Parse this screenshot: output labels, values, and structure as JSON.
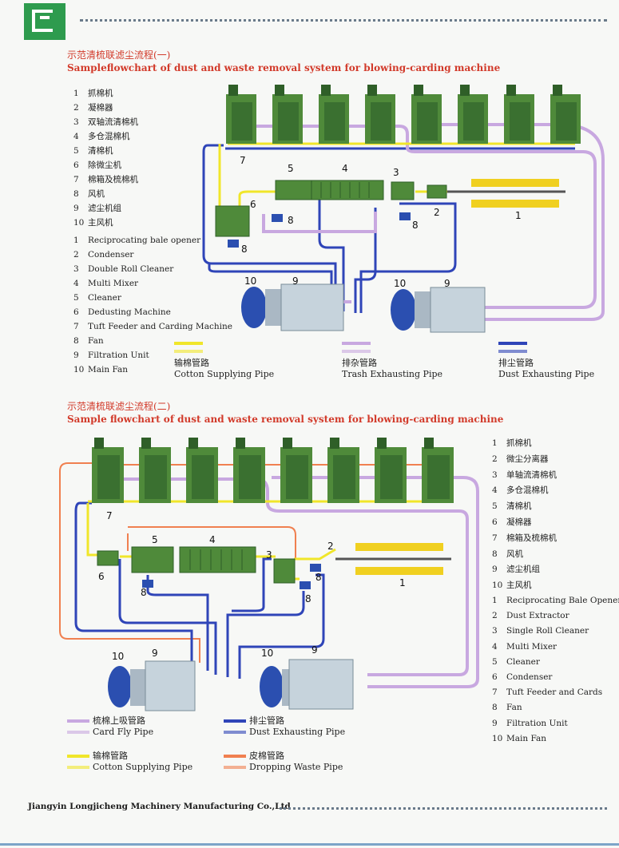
{
  "footer": {
    "company": "Jiangyin Longjicheng Machinery Manufacturing Co.,Ltd"
  },
  "diagram1": {
    "title_cn": "示范清梳联滤尘流程(一)",
    "title_en": "Sampleflowchart of dust and waste removal system for blowing-carding machine",
    "legend_cn": [
      {
        "num": "1",
        "text": "抓棉机"
      },
      {
        "num": "2",
        "text": "凝棉器"
      },
      {
        "num": "3",
        "text": "双轴流清棉机"
      },
      {
        "num": "4",
        "text": "多仓混棉机"
      },
      {
        "num": "5",
        "text": "清棉机"
      },
      {
        "num": "6",
        "text": "除微尘机"
      },
      {
        "num": "7",
        "text": "棉箱及梳棉机"
      },
      {
        "num": "8",
        "text": "风机"
      },
      {
        "num": "9",
        "text": "滤尘机组"
      },
      {
        "num": "10",
        "text": "主风机"
      }
    ],
    "legend_en": [
      {
        "num": "1",
        "text": "Reciprocating bale opener"
      },
      {
        "num": "2",
        "text": "Condenser"
      },
      {
        "num": "3",
        "text": "Double Roll Cleaner"
      },
      {
        "num": "4",
        "text": "Multi Mixer"
      },
      {
        "num": "5",
        "text": "Cleaner"
      },
      {
        "num": "6",
        "text": "Dedusting Machine"
      },
      {
        "num": "7",
        "text": "Tuft Feeder and Carding Machine"
      },
      {
        "num": "8",
        "text": "Fan"
      },
      {
        "num": "9",
        "text": "Filtration Unit"
      },
      {
        "num": "10",
        "text": "Main Fan"
      }
    ],
    "pipes": {
      "cotton": {
        "cn": "输棉管路",
        "en": "Cotton Supplying Pipe",
        "color": "#f0e62a"
      },
      "trash": {
        "cn": "排杂管路",
        "en": "Trash Exhausting Pipe",
        "color": "#c8a8e0"
      },
      "dust": {
        "cn": "排尘管路",
        "en": "Dust Exhausting Pipe",
        "color": "#2f45b8"
      }
    },
    "labels": {
      "l1": "1",
      "l2": "2",
      "l3": "3",
      "l4": "4",
      "l5": "5",
      "l6": "6",
      "l7": "7",
      "l8a": "8",
      "l8b": "8",
      "l8c": "8",
      "l9a": "9",
      "l9b": "9",
      "l10a": "10",
      "l10b": "10"
    }
  },
  "diagram2": {
    "title_cn": "示范清梳联滤尘流程(二)",
    "title_en": "Sample flowchart of dust and waste removal system for blowing-carding machine",
    "legend_cn": [
      {
        "num": "1",
        "text": "抓棉机"
      },
      {
        "num": "2",
        "text": "微尘分离器"
      },
      {
        "num": "3",
        "text": "单轴流清棉机"
      },
      {
        "num": "4",
        "text": "多仓混棉机"
      },
      {
        "num": "5",
        "text": "清棉机"
      },
      {
        "num": "6",
        "text": "凝棉器"
      },
      {
        "num": "7",
        "text": "棉箱及梳棉机"
      },
      {
        "num": "8",
        "text": "风机"
      },
      {
        "num": "9",
        "text": "滤尘机组"
      },
      {
        "num": "10",
        "text": "主风机"
      }
    ],
    "legend_en": [
      {
        "num": "1",
        "text": "Reciprocating Bale Opener"
      },
      {
        "num": "2",
        "text": "Dust Extractor"
      },
      {
        "num": "3",
        "text": "Single Roll Cleaner"
      },
      {
        "num": "4",
        "text": "Multi Mixer"
      },
      {
        "num": "5",
        "text": "Cleaner"
      },
      {
        "num": "6",
        "text": "Condenser"
      },
      {
        "num": "7",
        "text": "Tuft Feeder and Cards"
      },
      {
        "num": "8",
        "text": "Fan"
      },
      {
        "num": "9",
        "text": "Filtration Unit"
      },
      {
        "num": "10",
        "text": "Main Fan"
      }
    ],
    "pipes": {
      "cardfly": {
        "cn": "梳棉上吸管路",
        "en": "Card Fly Pipe",
        "color": "#c8a8e0"
      },
      "dust": {
        "cn": "排尘管路",
        "en": "Dust Exhausting Pipe",
        "color": "#2f45b8"
      },
      "cotton": {
        "cn": "输棉管路",
        "en": "Cotton Supplying Pipe",
        "color": "#f0e62a"
      },
      "waste": {
        "cn": "皮棉管路",
        "en": "Dropping Waste Pipe",
        "color": "#f08050"
      }
    },
    "labels": {
      "l1": "1",
      "l2": "2",
      "l3": "3",
      "l4": "4",
      "l5": "5",
      "l6": "6",
      "l7": "7",
      "l8a": "8",
      "l8b": "8",
      "l8c": "8",
      "l9a": "9",
      "l9b": "9",
      "l10a": "10",
      "l10b": "10"
    }
  },
  "colors": {
    "machine": "#4f8a3a",
    "machine_dark": "#2f5f28",
    "unit": "#c6d3dc",
    "fan": "#2b4fb0",
    "title_red": "#d23a2a"
  }
}
